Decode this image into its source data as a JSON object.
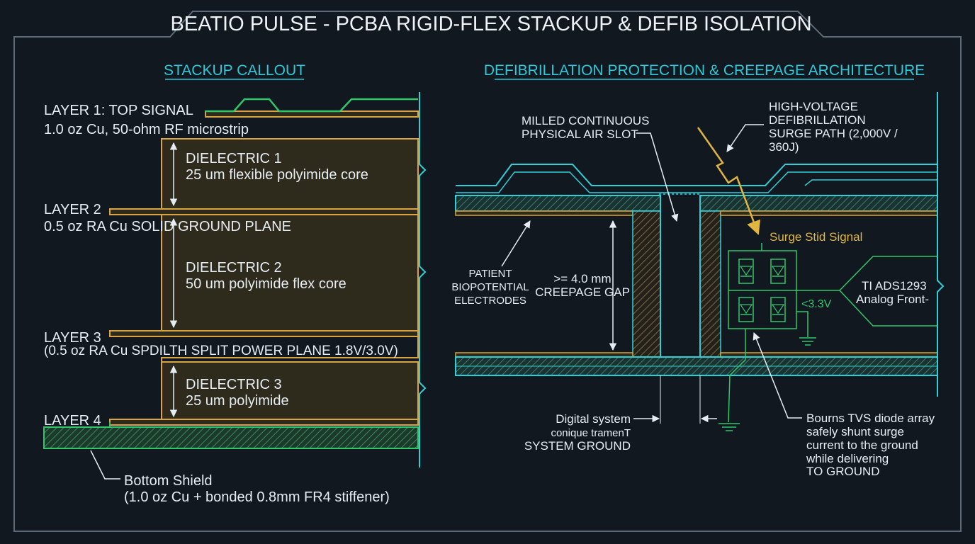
{
  "title": "BEATIO PULSE - PCBA RIGID-FLEX STACKUP & DEFIB ISOLATION",
  "colors": {
    "background": "#111820",
    "frame": "#5d6b78",
    "heading": "#2ec8d8",
    "copper": "#d9a441",
    "dielectric": "#2e2b1d",
    "ground": "#2fc76a",
    "trace": "#2ed0d8",
    "text": "#e6edf2",
    "surge": "#e0b640"
  },
  "stackup": {
    "heading": "STACKUP CALLOUT",
    "layer1": {
      "name": "LAYER 1: TOP SIGNAL",
      "detail": "1.0 oz Cu, 50-ohm RF microstrip"
    },
    "dielectric1": {
      "name": "DIELECTRIC 1",
      "detail": "25 um flexible polyimide core"
    },
    "layer2": {
      "name": "LAYER 2",
      "detail": "0.5 oz RA Cu SOLID GROUND PLANE"
    },
    "dielectric2": {
      "name": "DIELECTRIC 2",
      "detail": "50 um polyimide flex core"
    },
    "layer3": {
      "name": "LAYER 3",
      "detail": "(0.5 oz RA Cu SPDILTH SPLIT POWER PLANE 1.8V/3.0V)"
    },
    "dielectric3": {
      "name": "DIELECTRIC 3",
      "detail": "25 um polyimide"
    },
    "layer4": {
      "name": "LAYER 4"
    },
    "shield": {
      "name": "Bottom Shield",
      "detail": "(1.0 oz Cu + bonded 0.8mm FR4 stiffener)"
    }
  },
  "defib": {
    "heading": "DEFIBRILLATION PROTECTION & CREEPAGE ARCHITECTURE",
    "slot_label": [
      "MILLED CONTINUOUS",
      "PHYSICAL AIR SLOT"
    ],
    "surge_label": [
      "HIGH-VOLTAGE",
      "DEFIBRILLATION",
      "SURGE PATH (2,000V /",
      "360J)"
    ],
    "surge_signal": "Surge Stid Signal",
    "electrodes": [
      "PATIENT",
      "BIOPOTENTIAL",
      "ELECTRODES"
    ],
    "creepage": [
      ">= 4.0 mm",
      "CREEPAGE GAP"
    ],
    "afe": [
      "TI ADS1293",
      "Analog Front-"
    ],
    "clamp": "<3.3V",
    "digital_ground": [
      "Digital  system",
      "conique tramenT",
      "SYSTEM GROUND"
    ],
    "tvs": [
      "Bourns TVS diode array",
      "safely shunt surge",
      "current to the ground",
      "while delivering",
      "TO GROUND"
    ]
  }
}
